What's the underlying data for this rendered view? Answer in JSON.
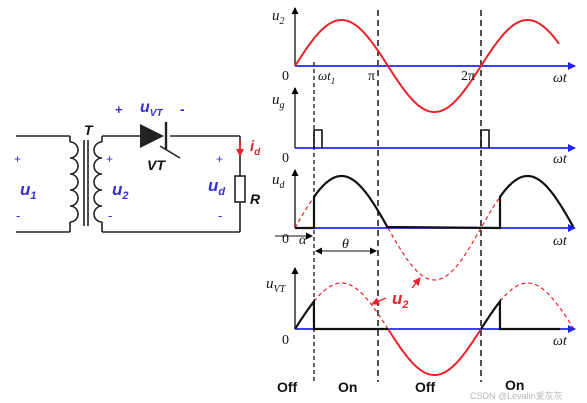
{
  "colors": {
    "wave_red": "#e8232a",
    "axis_blue": "#2222ff",
    "label_blue": "#3a2fd4",
    "ud_curve": "#000000",
    "ink": "#222222"
  },
  "circuit": {
    "transformer_label": "T",
    "thyristor_label": "VT",
    "resistor_label": "R",
    "u1": "u",
    "u1_sub": "1",
    "u2": "u",
    "u2_sub": "2",
    "uvt": "u",
    "uvt_sub": "VT",
    "ud": "u",
    "ud_sub": "d",
    "id": "i",
    "id_sub": "d",
    "plus": "+",
    "minus": "-"
  },
  "waveforms": {
    "panel1_ylabel": "u",
    "panel1_ysub": "2",
    "panel2_ylabel": "u",
    "panel2_ysub": "g",
    "panel3_ylabel": "u",
    "panel3_ysub": "d",
    "panel4_ylabel": "u",
    "panel4_ysub": "VT",
    "x_label": "ωt",
    "origin": "0",
    "tick_wt1": "ωt",
    "tick_wt1_sub": "1",
    "tick_pi": "π",
    "tick_2pi": "2π",
    "alpha": "α",
    "theta": "θ",
    "u2_annotation": "u",
    "u2_annotation_sub": "2"
  },
  "states": [
    "Off",
    "On",
    "Off",
    "On"
  ],
  "watermark": "CSDN @Levalin爱灰灰"
}
